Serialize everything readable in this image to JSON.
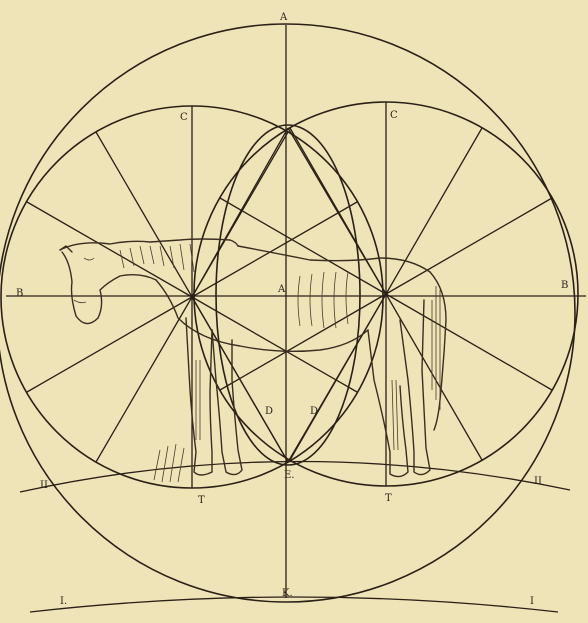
{
  "labels": {
    "top": "A",
    "center": "A",
    "c_left": "C",
    "c_right": "C",
    "b_left": "B",
    "b_right": "B",
    "d_left": "D",
    "d_right": "D",
    "e": "E.",
    "t_left": "T",
    "t_right": "T",
    "ii_left": "II",
    "ii_right": "II",
    "k": "K.",
    "i_left": "I.",
    "i_right": "I"
  },
  "colors": {
    "paper": "#efe3b8",
    "ink": "#2a2016"
  }
}
